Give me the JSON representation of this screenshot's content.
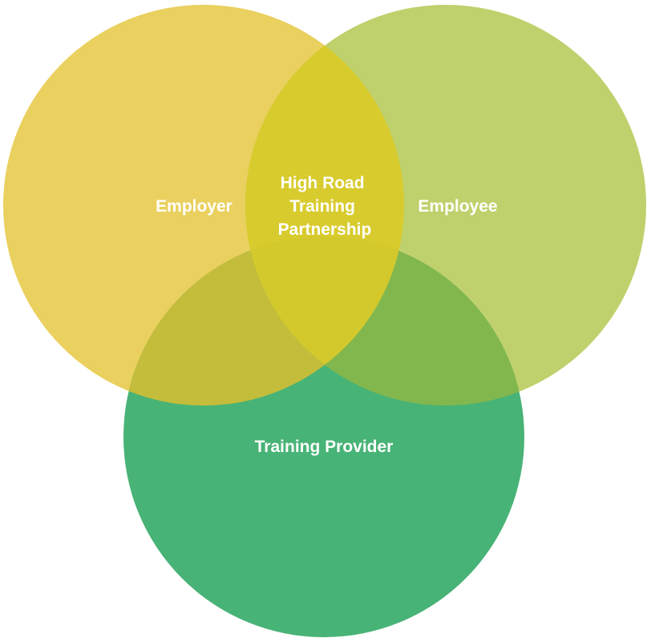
{
  "diagram": {
    "type": "venn",
    "sets": [
      {
        "id": "employer",
        "label": "Employer",
        "color": "#E5C436"
      },
      {
        "id": "employee",
        "label": "Employee",
        "color": "#AFC649"
      },
      {
        "id": "training_provider",
        "label": "Training Provider",
        "color": "#2AA75F"
      }
    ],
    "center": {
      "label_lines": [
        "High Road",
        "Training",
        "Partnership"
      ],
      "color": "#DCCB2A"
    },
    "overlap_colors": {
      "employer_training_provider": "#C4BD3C",
      "employee_training_provider": "#82B74E"
    },
    "background": "#FFFFFF"
  }
}
